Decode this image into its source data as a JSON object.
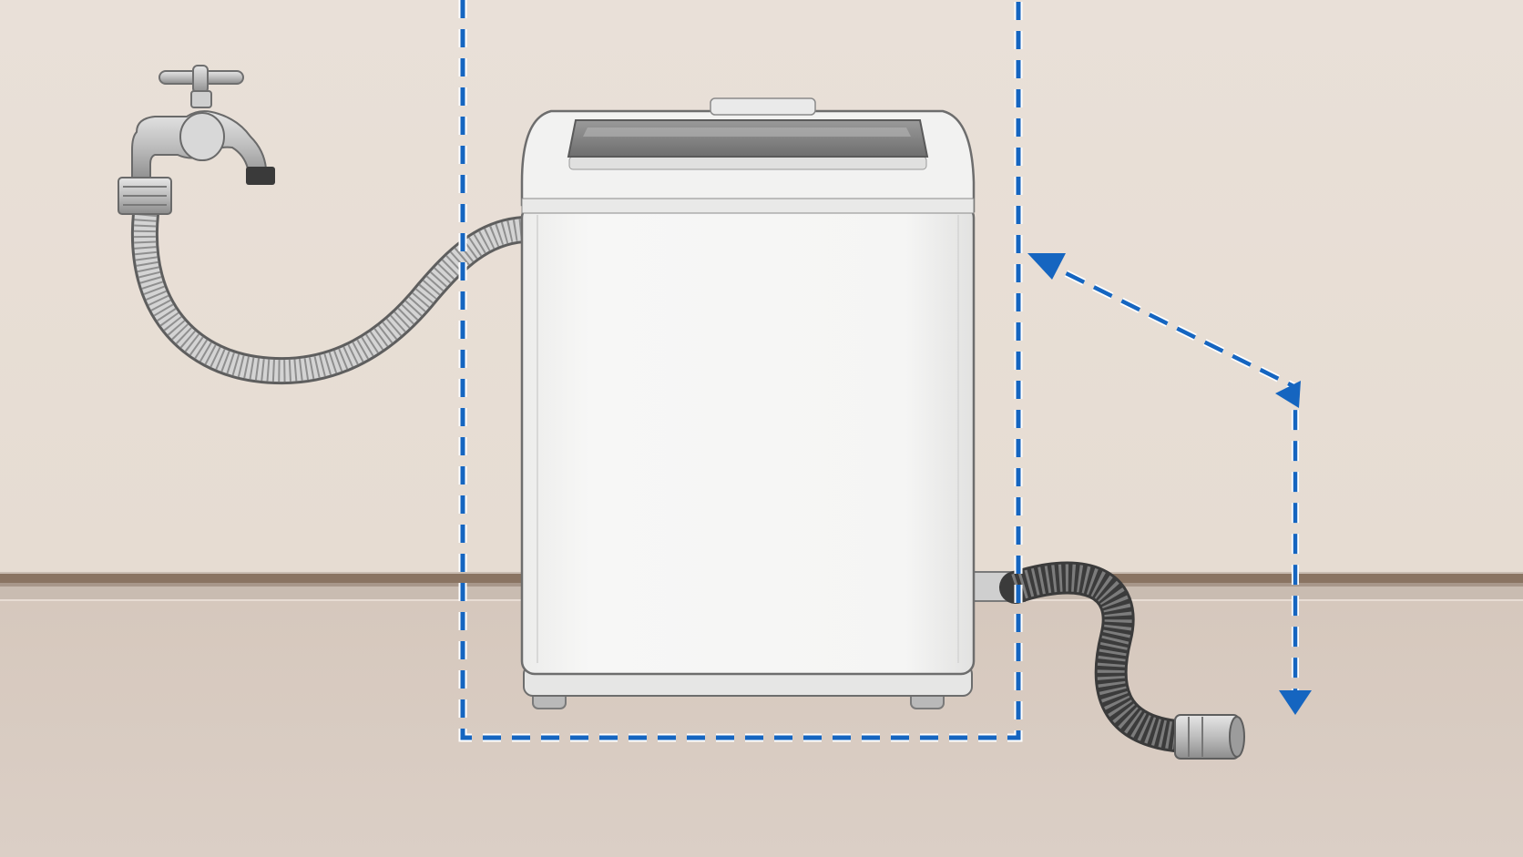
{
  "scene": {
    "description_labels": [],
    "elements": {
      "wall": "wall",
      "floor": "floor",
      "baseboard": "baseboard",
      "faucet": "faucet-icon",
      "inlet_hose": "inlet-hose",
      "washing_machine": "washing-machine",
      "drain_hose": "drain-hose",
      "clearance_box": "clearance-boundary",
      "arrow": "dimension-arrow-icon"
    }
  },
  "colors": {
    "wall": "#ebe2d9",
    "floor": "#d8cbc0",
    "baseboard": "#8a7462",
    "accent_blue": "#1565c0",
    "machine_body": "#f4f4f3",
    "machine_outline": "#6d6d6d",
    "hose_light": "#cfcfcf",
    "hose_dark": "#6a6a6a"
  }
}
